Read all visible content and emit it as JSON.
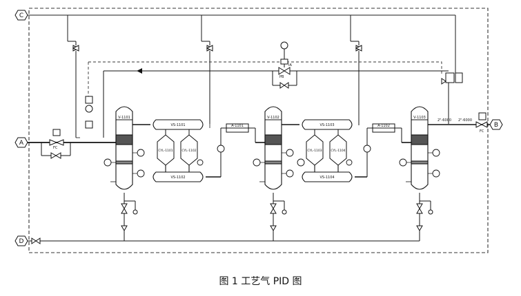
{
  "caption": "图 1    工艺气 PID 图",
  "nodes": {
    "A": "A",
    "B": "B",
    "C": "C",
    "D": "D"
  },
  "tags": {
    "v1101": "V-1101",
    "v1102": "V-1102",
    "v1103": "V-1103",
    "vs1101": "VS-1101",
    "vs1102": "VS-1102",
    "vs1103": "VS-1103",
    "vs1104": "VS-1104",
    "cyl1101": "CYL-1101",
    "cyl1102": "CYL-1102",
    "cyl1103": "CYL-1103",
    "cyl1104": "CYL-1104",
    "a1101": "A-1101",
    "a1102": "A-1102",
    "fc": "FC",
    "fc2": "FC",
    "pb": "PB",
    "ia": "IA",
    "pipe1": "2\"-6000",
    "pipe2": "2\"-6000"
  },
  "colors": {
    "line": "#1a1a1a",
    "dashed": "#333333",
    "background": "#ffffff"
  }
}
